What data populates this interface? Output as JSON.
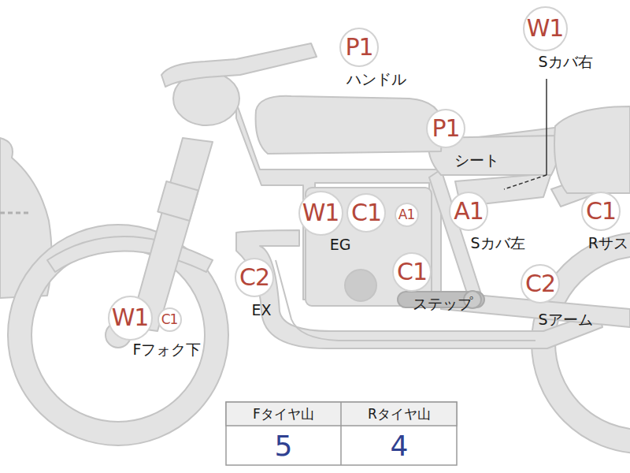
{
  "diagram": {
    "nodes": [
      {
        "text": [
          "W1"
        ]
      },
      {
        "text": [
          "P1"
        ]
      },
      {
        "text": [
          "P1"
        ]
      },
      {
        "text": [
          "W1"
        ]
      },
      {
        "text": [
          "C1"
        ]
      },
      {
        "text": [
          "A1"
        ]
      },
      {
        "text": [
          "A1"
        ]
      },
      {
        "text": [
          "C1"
        ]
      },
      {
        "text": [
          "C1"
        ]
      },
      {
        "text": [
          "C2"
        ]
      },
      {
        "text": [
          "C2"
        ]
      },
      {
        "text": [
          "W1"
        ]
      },
      {
        "text": [
          "C1"
        ]
      }
    ],
    "labels": [
      "ハンドル",
      "Sカバ右",
      "シート",
      "EG",
      "Sカバ左",
      "Rサス",
      "ステップ",
      "EX",
      "Sアーム",
      "Fフォク下",
      "Fタイヤ山",
      "Rタイヤ山",
      "5",
      "4"
    ]
  }
}
